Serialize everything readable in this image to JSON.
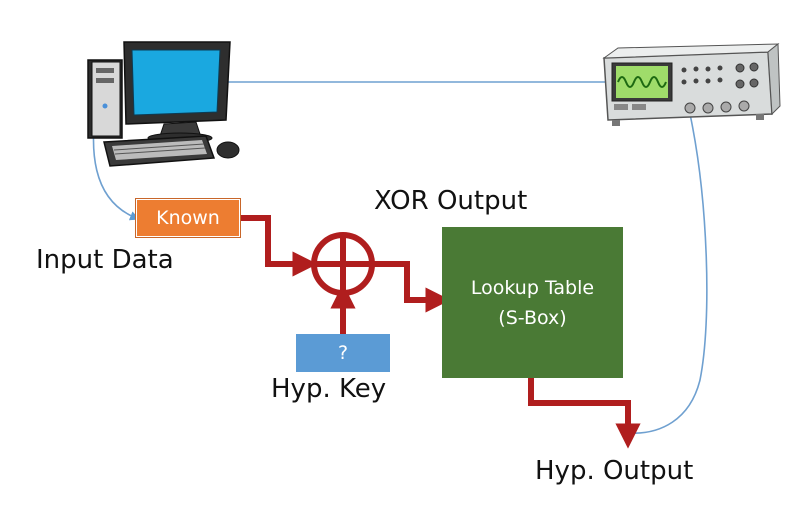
{
  "labels": {
    "known": "Known",
    "input_data": "Input Data",
    "xor_output": "XOR Output",
    "lookup_line1": "Lookup Table",
    "lookup_line2": "(S-Box)",
    "key_box": "?",
    "hyp_key": "Hyp. Key",
    "hyp_output": "Hyp. Output"
  },
  "colors": {
    "known_box": "#ED7D31",
    "key_box": "#5B9BD5",
    "sbox": "#4A7A35",
    "signal_arrow": "#B01E1E",
    "probe_cable": "#5B9BD5"
  },
  "icons": {
    "computer": "computer-icon",
    "oscilloscope": "oscilloscope-icon",
    "xor": "xor-icon"
  }
}
